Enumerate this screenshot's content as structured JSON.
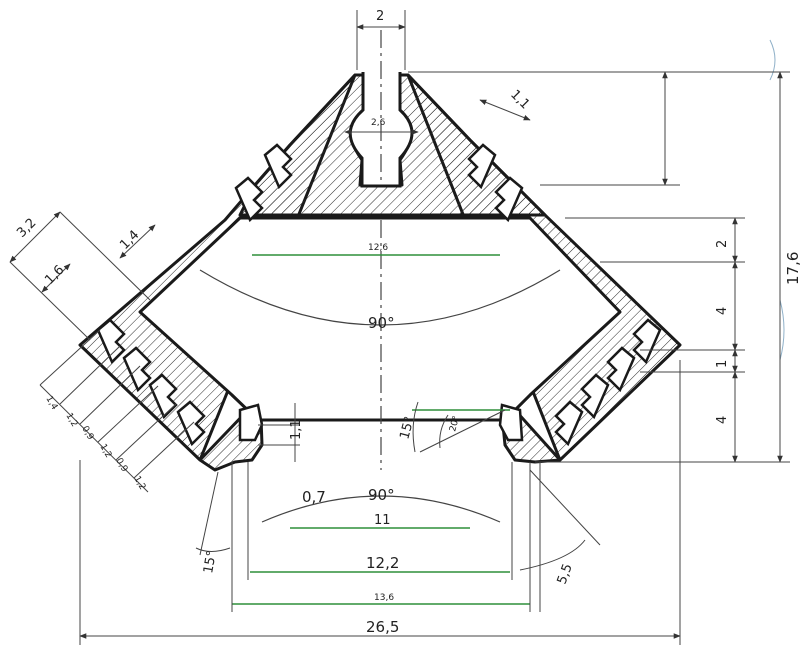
{
  "colors": {
    "outline": "#1a1a1a",
    "hatch": "#2a2a2a",
    "dim": "#444444",
    "green": "#2f8f3a",
    "page_mark": "#8fb0c8"
  },
  "dims": {
    "top_width": "2",
    "neck_width": "2,6",
    "slot_pitch_top": "1,1",
    "height_total": "17,6",
    "right_2": "2",
    "right_4a": "4",
    "right_1": "1",
    "right_4b": "4",
    "left_3_2": "3,2",
    "left_1_4_top": "1,4",
    "left_1_6": "1,6",
    "inner_12_6": "12,6",
    "angle_90_top": "90°",
    "left_1_4": "1,4",
    "left_1_2a": "1,2",
    "left_0_9a": "0,9",
    "left_1_2b": "1,2",
    "left_0_9b": "0,9",
    "left_1_2c": "1,2",
    "lip_1_1": "1,1",
    "angle_15_left": "15°",
    "angle_15_mid": "15°",
    "angle_20": "20°",
    "angle_90_bottom": "90°",
    "radius_0_7": "0,7",
    "bottom_11": "11",
    "bottom_12_2": "12,2",
    "bottom_13_6": "13,6",
    "bottom_26_5": "26,5",
    "angle_5_5": "5,5"
  }
}
